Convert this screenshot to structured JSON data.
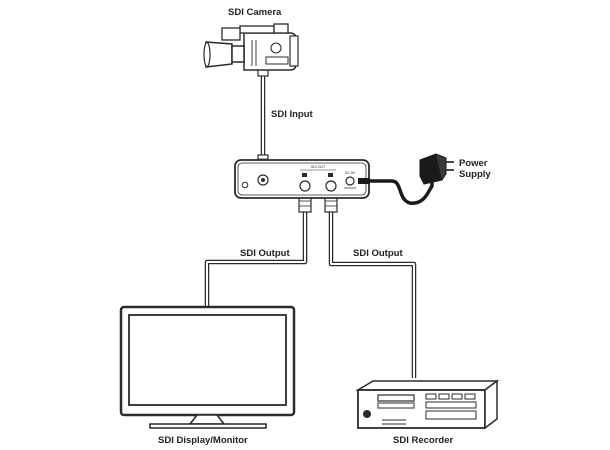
{
  "labels": {
    "camera": "SDI Camera",
    "sdi_input": "SDI Input",
    "power_line1": "Power",
    "power_line2": "Supply",
    "sdi_output_left": "SDI Output",
    "sdi_output_right": "SDI Output",
    "display": "SDI Display/Monitor",
    "recorder": "SDI Recorder"
  },
  "colors": {
    "line": "#2b2b2b",
    "cable_fill": "#ffffff",
    "device_fill": "#ffffff",
    "screen_fill": "#ffffff"
  },
  "icons": [
    "video-camera-icon",
    "sdi-distribution-amplifier-icon",
    "power-adapter-icon",
    "monitor-icon",
    "recorder-icon"
  ]
}
